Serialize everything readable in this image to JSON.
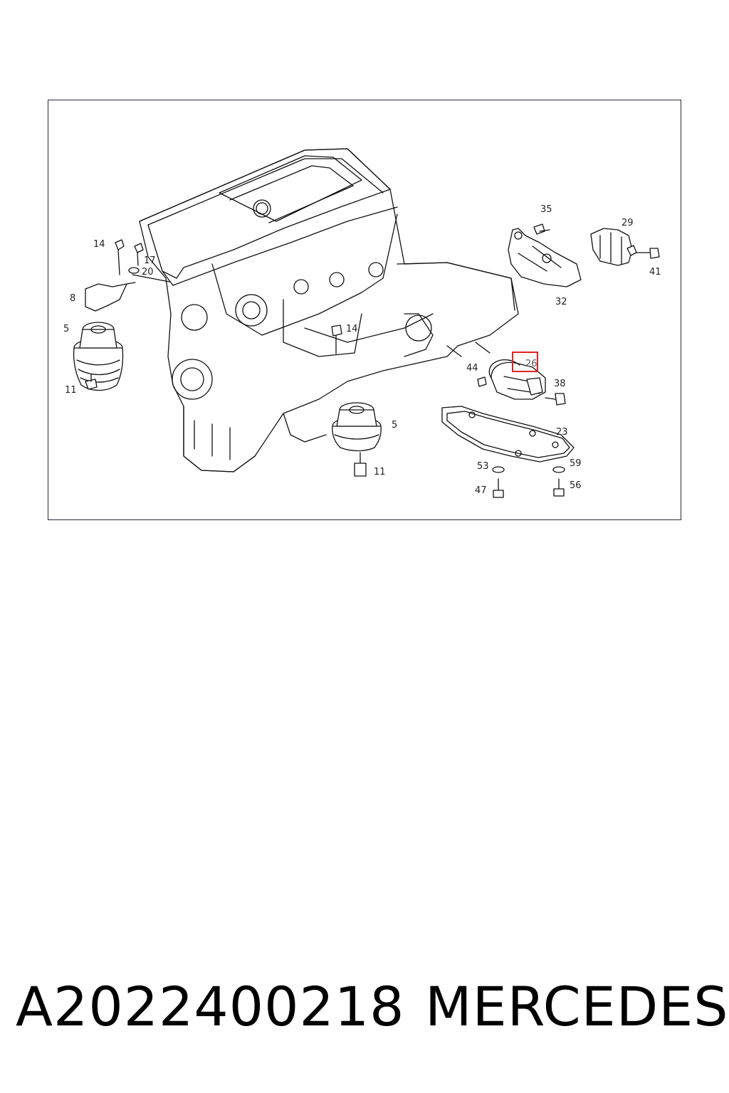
{
  "diagram": {
    "labels": {
      "l14a": "14",
      "l17": "17",
      "l20": "20",
      "l8": "8",
      "l5a": "5",
      "l11a": "11",
      "l14b": "14",
      "l5b": "5",
      "l11b": "11",
      "l35": "35",
      "l29": "29",
      "l41": "41",
      "l32": "32",
      "l26": "26",
      "l44": "44",
      "l38": "38",
      "l23": "23",
      "l53": "53",
      "l59": "59",
      "l47": "47",
      "l56": "56"
    },
    "highlighted_label": "26",
    "highlight_color": "#e0241e"
  },
  "footer": {
    "part_number": "A2022400218",
    "brand": "MERCEDES"
  }
}
